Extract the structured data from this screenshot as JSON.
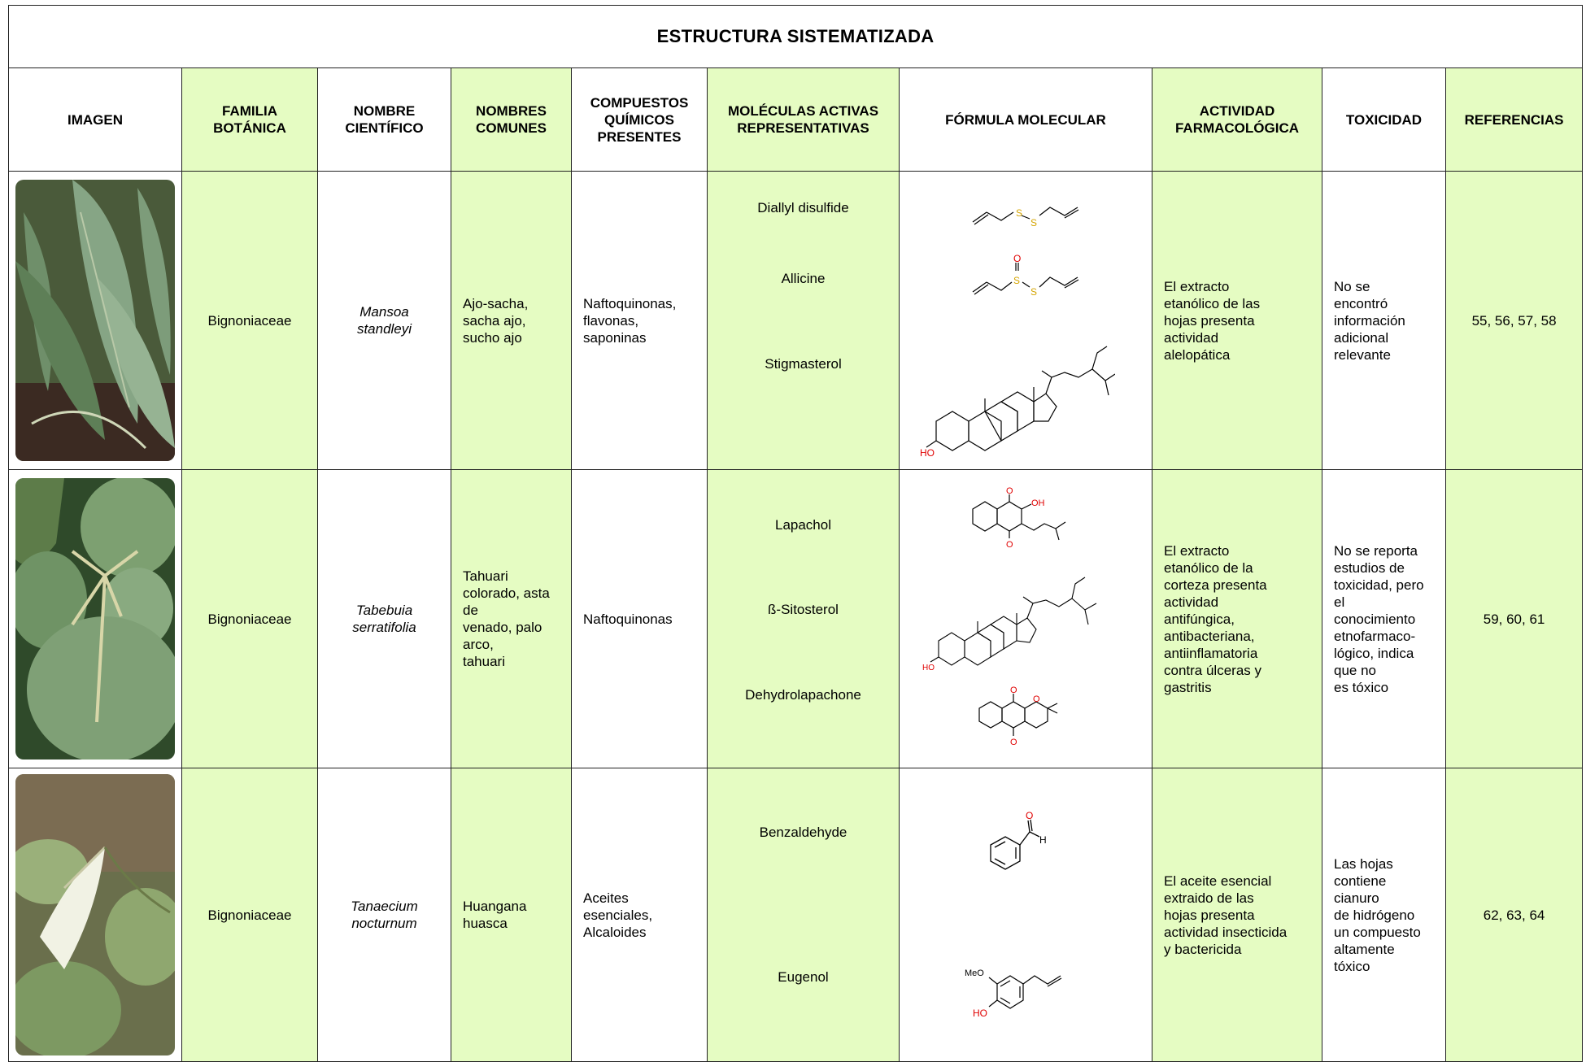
{
  "title": "ESTRUCTURA SISTEMATIZADA",
  "headers": {
    "imagen": "IMAGEN",
    "familia_1": "FAMILIA",
    "familia_2": "BOTÁNICA",
    "nombre_1": "NOMBRE",
    "nombre_2": "CIENTÍFICO",
    "comunes_1": "NOMBRES",
    "comunes_2": "COMUNES",
    "compuestos_1": "COMPUESTOS",
    "compuestos_2": "QUÍMICOS",
    "compuestos_3": "PRESENTES",
    "moleculas_1": "MOLÉCULAS ACTIVAS",
    "moleculas_2": "REPRESENTATIVAS",
    "formula": "FÓRMULA MOLECULAR",
    "actividad_1": "ACTIVIDAD",
    "actividad_2": "FARMACOLÓGICA",
    "toxicidad": "TOXICIDAD",
    "referencias": "REFERENCIAS"
  },
  "colors": {
    "green_column": "#e5fcc2",
    "heteroatom_red": "#e00000",
    "sulfur_yellow": "#d4a400"
  },
  "rows": [
    {
      "familia": "Bignoniaceae",
      "cientifico_1": "Mansoa",
      "cientifico_2": "standleyi",
      "comunes": [
        "Ajo-sacha,",
        "sacha ajo,",
        "sucho ajo"
      ],
      "compuestos": [
        "Naftoquinonas,",
        "flavonas,",
        "saponinas"
      ],
      "moleculas": [
        "Diallyl disulfide",
        "Allicine",
        "Stigmasterol"
      ],
      "struct_labels": [
        "S",
        "S",
        "O",
        "S",
        "S",
        "HO"
      ],
      "actividad": [
        "El extracto",
        "etanólico de las",
        "hojas presenta",
        "actividad",
        "alelopática"
      ],
      "toxicidad": [
        "No se",
        "encontró",
        "información",
        "adicional",
        "relevante"
      ],
      "referencias": "55, 56, 57, 58"
    },
    {
      "familia": "Bignoniaceae",
      "cientifico_1": "Tabebuia",
      "cientifico_2": "serratifolia",
      "comunes": [
        "Tahuari",
        "colorado, asta",
        "de",
        "venado, palo",
        "arco,",
        "tahuari"
      ],
      "compuestos": [
        "Naftoquinonas"
      ],
      "moleculas": [
        "Lapachol",
        "ß-Sitosterol",
        "Dehydrolapachone"
      ],
      "struct_labels": [
        "O",
        "OH",
        "O",
        "HO",
        "O",
        "O",
        "O"
      ],
      "actividad": [
        "El extracto",
        "etanólico de la",
        "corteza presenta",
        "actividad",
        "antifúngica,",
        "antibacteriana,",
        "antiinflamatoria",
        "contra úlceras y",
        "gastritis"
      ],
      "toxicidad": [
        "No se reporta",
        "estudios de",
        "toxicidad, pero",
        "el",
        "conocimiento",
        "etnofarmaco-",
        "lógico, indica",
        "que no",
        "es tóxico"
      ],
      "referencias": "59, 60, 61"
    },
    {
      "familia": "Bignoniaceae",
      "cientifico_1": "Tanaecium",
      "cientifico_2": "nocturnum",
      "comunes": [
        "Huangana",
        "huasca"
      ],
      "compuestos": [
        "Aceites",
        "esenciales,",
        "Alcaloides"
      ],
      "moleculas": [
        "Benzaldehyde",
        "Eugenol"
      ],
      "struct_labels": [
        "O",
        "H",
        "MeO",
        "HO"
      ],
      "actividad": [
        "El aceite esencial",
        "extraido de las",
        "hojas presenta",
        "actividad insecticida",
        "y bactericida"
      ],
      "toxicidad": [
        "Las hojas",
        "contiene",
        "cianuro",
        "de hidrógeno",
        "un compuesto",
        "altamente",
        "tóxico"
      ],
      "referencias": "62, 63, 64"
    }
  ]
}
